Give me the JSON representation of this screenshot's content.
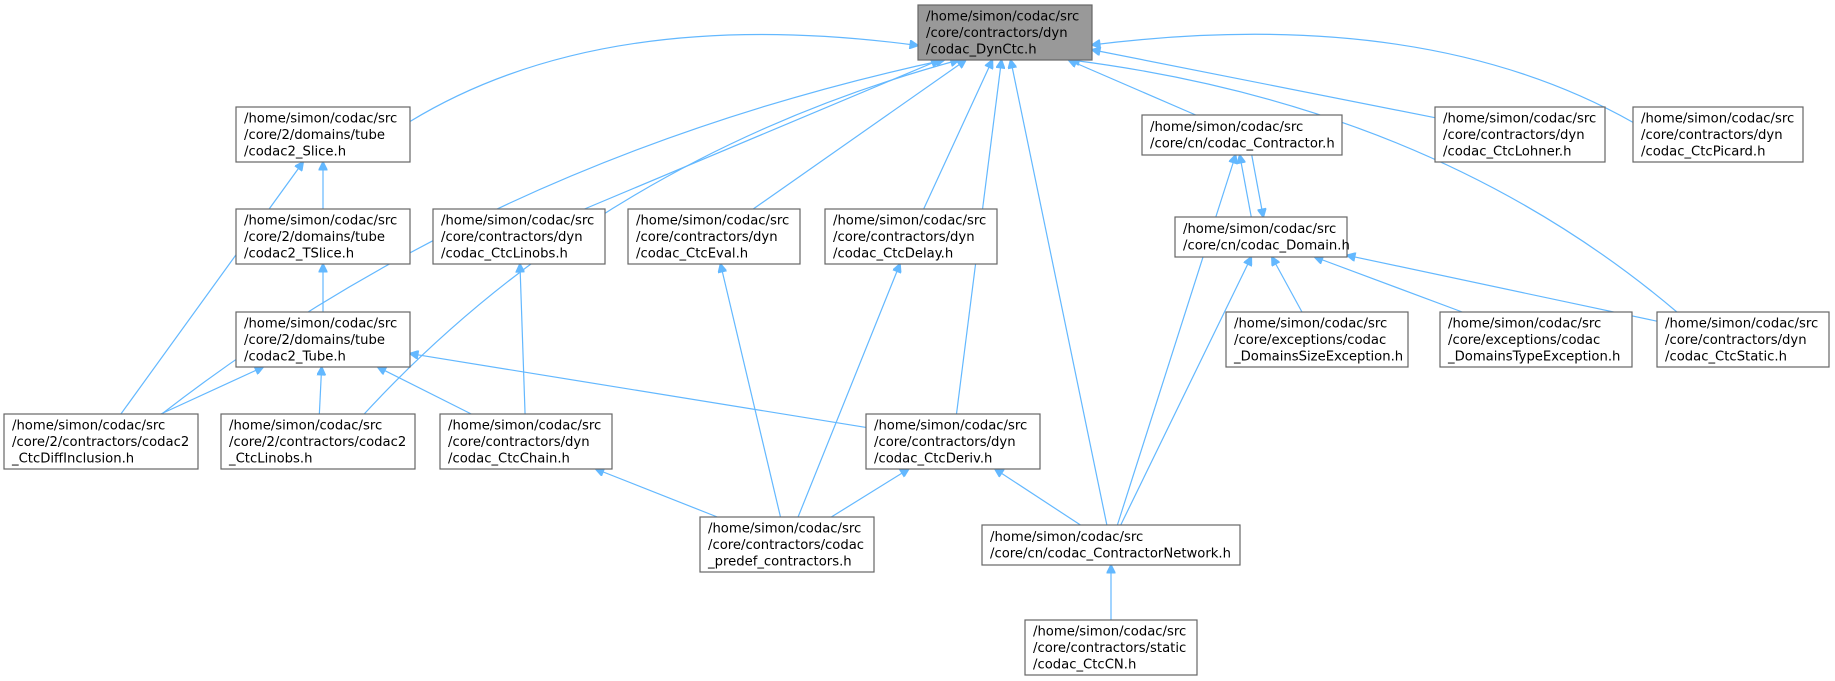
{
  "nodes": [
    {
      "id": "dynctc",
      "root": true,
      "lines": [
        "/home/simon/codac/src",
        "/core/contractors/dyn",
        "/codac_DynCtc.h"
      ]
    },
    {
      "id": "slice",
      "lines": [
        "/home/simon/codac/src",
        "/core/2/domains/tube",
        "/codac2_Slice.h"
      ]
    },
    {
      "id": "contractor",
      "lines": [
        "/home/simon/codac/src",
        "/core/cn/codac_Contractor.h"
      ]
    },
    {
      "id": "lohner",
      "lines": [
        "/home/simon/codac/src",
        "/core/contractors/dyn",
        "/codac_CtcLohner.h"
      ]
    },
    {
      "id": "picard",
      "lines": [
        "/home/simon/codac/src",
        "/core/contractors/dyn",
        "/codac_CtcPicard.h"
      ]
    },
    {
      "id": "tslice",
      "lines": [
        "/home/simon/codac/src",
        "/core/2/domains/tube",
        "/codac2_TSlice.h"
      ]
    },
    {
      "id": "linobs",
      "lines": [
        "/home/simon/codac/src",
        "/core/contractors/dyn",
        "/codac_CtcLinobs.h"
      ]
    },
    {
      "id": "eval",
      "lines": [
        "/home/simon/codac/src",
        "/core/contractors/dyn",
        "/codac_CtcEval.h"
      ]
    },
    {
      "id": "delay",
      "lines": [
        "/home/simon/codac/src",
        "/core/contractors/dyn",
        "/codac_CtcDelay.h"
      ]
    },
    {
      "id": "domain",
      "lines": [
        "/home/simon/codac/src",
        "/core/cn/codac_Domain.h"
      ]
    },
    {
      "id": "tube",
      "lines": [
        "/home/simon/codac/src",
        "/core/2/domains/tube",
        "/codac2_Tube.h"
      ]
    },
    {
      "id": "sizeexc",
      "lines": [
        "/home/simon/codac/src",
        "/core/exceptions/codac",
        "_DomainsSizeException.h"
      ]
    },
    {
      "id": "typeexc",
      "lines": [
        "/home/simon/codac/src",
        "/core/exceptions/codac",
        "_DomainsTypeException.h"
      ]
    },
    {
      "id": "static",
      "lines": [
        "/home/simon/codac/src",
        "/core/contractors/dyn",
        "/codac_CtcStatic.h"
      ]
    },
    {
      "id": "diffincl",
      "lines": [
        "/home/simon/codac/src",
        "/core/2/contractors/codac2",
        "_CtcDiffInclusion.h"
      ]
    },
    {
      "id": "linobs2",
      "lines": [
        "/home/simon/codac/src",
        "/core/2/contractors/codac2",
        "_CtcLinobs.h"
      ]
    },
    {
      "id": "chain",
      "lines": [
        "/home/simon/codac/src",
        "/core/contractors/dyn",
        "/codac_CtcChain.h"
      ]
    },
    {
      "id": "deriv",
      "lines": [
        "/home/simon/codac/src",
        "/core/contractors/dyn",
        "/codac_CtcDeriv.h"
      ]
    },
    {
      "id": "predef",
      "lines": [
        "/home/simon/codac/src",
        "/core/contractors/codac",
        "_predef_contractors.h"
      ]
    },
    {
      "id": "cnet",
      "lines": [
        "/home/simon/codac/src",
        "/core/cn/codac_ContractorNetwork.h"
      ]
    },
    {
      "id": "ctccn",
      "lines": [
        "/home/simon/codac/src",
        "/core/contractors/static",
        "/codac_CtcCN.h"
      ]
    }
  ],
  "edges": [
    {
      "from": "slice",
      "to": "dynctc"
    },
    {
      "from": "diffincl",
      "to": "dynctc"
    },
    {
      "from": "linobs2",
      "to": "dynctc"
    },
    {
      "from": "linobs",
      "to": "dynctc"
    },
    {
      "from": "eval",
      "to": "dynctc"
    },
    {
      "from": "delay",
      "to": "dynctc"
    },
    {
      "from": "deriv",
      "to": "dynctc"
    },
    {
      "from": "cnet",
      "to": "dynctc"
    },
    {
      "from": "contractor",
      "to": "dynctc"
    },
    {
      "from": "lohner",
      "to": "dynctc"
    },
    {
      "from": "picard",
      "to": "dynctc"
    },
    {
      "from": "static",
      "to": "dynctc"
    },
    {
      "from": "tslice",
      "to": "slice"
    },
    {
      "from": "diffincl",
      "to": "slice"
    },
    {
      "from": "tube",
      "to": "tslice"
    },
    {
      "from": "diffincl",
      "to": "tube"
    },
    {
      "from": "linobs2",
      "to": "tube"
    },
    {
      "from": "chain",
      "to": "tube"
    },
    {
      "from": "deriv",
      "to": "tube"
    },
    {
      "from": "chain",
      "to": "linobs"
    },
    {
      "from": "predef",
      "to": "eval"
    },
    {
      "from": "predef",
      "to": "delay"
    },
    {
      "from": "predef",
      "to": "chain"
    },
    {
      "from": "predef",
      "to": "deriv"
    },
    {
      "from": "cnet",
      "to": "deriv"
    },
    {
      "from": "domain",
      "to": "contractor"
    },
    {
      "from": "contractor",
      "to": "domain"
    },
    {
      "from": "cnet",
      "to": "contractor"
    },
    {
      "from": "sizeexc",
      "to": "domain"
    },
    {
      "from": "typeexc",
      "to": "domain"
    },
    {
      "from": "static",
      "to": "domain"
    },
    {
      "from": "cnet",
      "to": "domain"
    },
    {
      "from": "ctccn",
      "to": "cnet"
    }
  ]
}
